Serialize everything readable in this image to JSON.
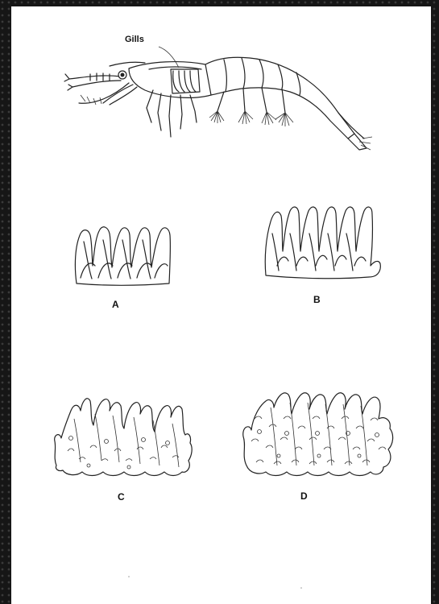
{
  "figure": {
    "callout": "Gills",
    "panels": [
      {
        "id": "a",
        "label": "A"
      },
      {
        "id": "b",
        "label": "B"
      },
      {
        "id": "c",
        "label": "C"
      },
      {
        "id": "d",
        "label": "D"
      }
    ]
  },
  "colors": {
    "ink": "#222222",
    "paper": "#ffffff",
    "border": "#161616"
  }
}
